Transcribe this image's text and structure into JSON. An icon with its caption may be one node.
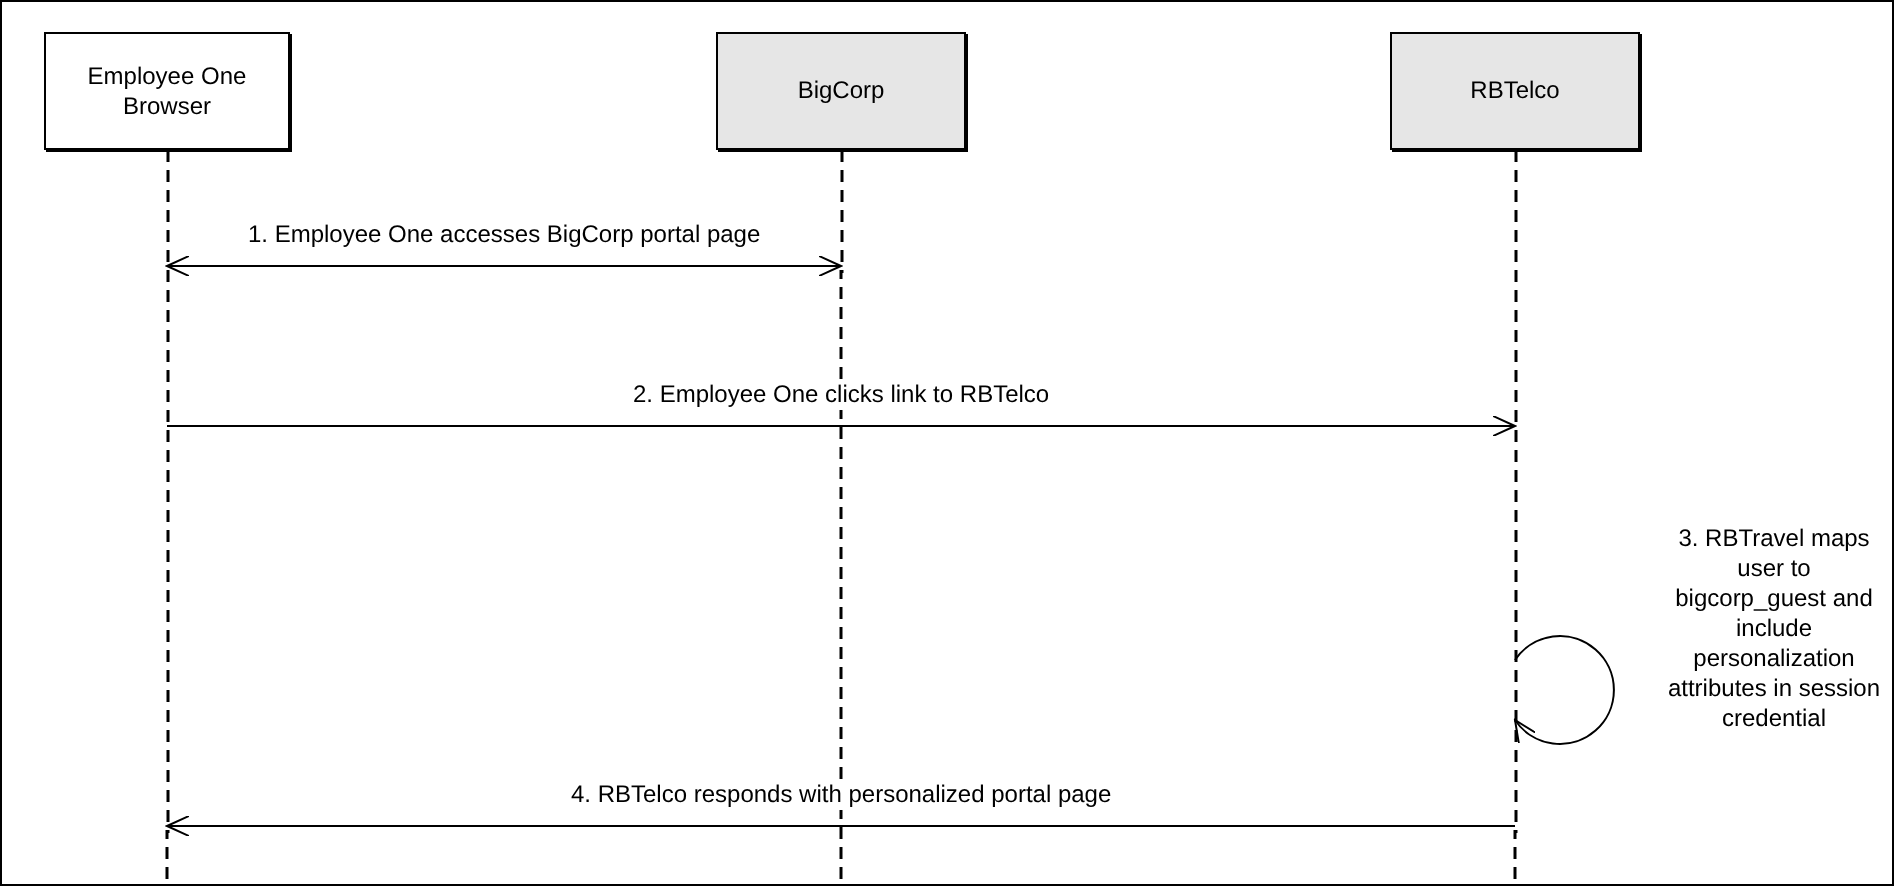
{
  "diagram": {
    "nodes": [
      {
        "text": [
          "Employee One Browser"
        ]
      },
      {
        "text": [
          "BigCorp"
        ]
      },
      {
        "text": [
          "RBTelco"
        ]
      }
    ],
    "edges": [
      {
        "from": 0,
        "to": 1,
        "arrow": "both",
        "label": "1. Employee One accesses BigCorp portal page"
      },
      {
        "from": 0,
        "to": 2,
        "arrow": "to",
        "label": "2. Employee One clicks link to RBTelco"
      },
      {
        "from": 2,
        "to": 2,
        "arrow": "to",
        "label": "3. RBTravel maps user to bigcorp_guest and include personalization attributes in session credential"
      },
      {
        "from": 2,
        "to": 0,
        "arrow": "to",
        "label": "4. RBTelco responds with personalized portal page"
      }
    ]
  }
}
